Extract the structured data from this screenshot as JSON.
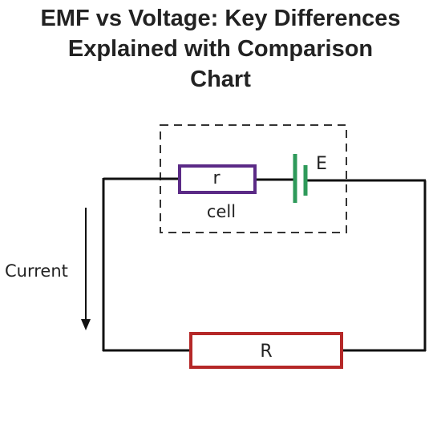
{
  "title": {
    "line1": "EMF vs Voltage: Key Differences",
    "line2": "Explained with Comparison",
    "line3": "Chart"
  },
  "diagram": {
    "internal_resistor_label": "r",
    "cell_label": "cell",
    "emf_label": "E",
    "current_label": "Current",
    "load_resistor_label": "R"
  },
  "colors": {
    "wire": "#111111",
    "internal_resistor": "#5b2a86",
    "battery": "#2e9a5a",
    "load_resistor": "#b52828",
    "cell_box": "#333333",
    "text": "#222222"
  }
}
